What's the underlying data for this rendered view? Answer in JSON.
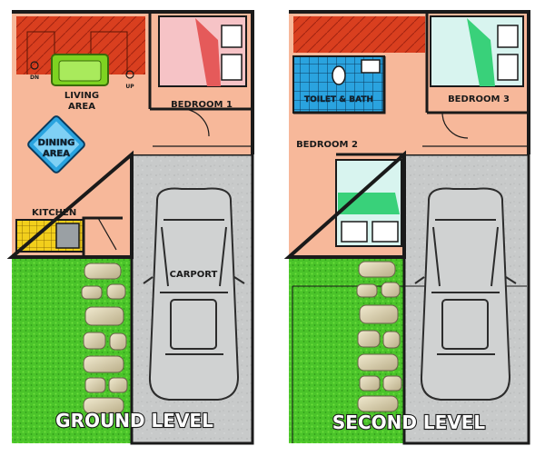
{
  "ground": {
    "living_area": [
      "LIVING",
      "AREA"
    ],
    "dining_area": [
      "DINING",
      "AREA"
    ],
    "kitchen": "KITCHEN",
    "bedroom": "BEDROOM 1",
    "carport": "CARPORT",
    "stair_dn": "DN",
    "stair_up": "UP",
    "level_title": "GROUND LEVEL"
  },
  "second": {
    "toilet_bath": "TOILET & BATH",
    "bedroom_2": "BEDROOM 2",
    "bedroom_3": "BEDROOM 3",
    "level_title": "SECOND LEVEL"
  },
  "colors": {
    "floor": "#f7b89a",
    "wall": "#1a1a1a",
    "stairs": "#d13a1c",
    "grass": "#4ccb2a",
    "concrete": "#c9cbcb",
    "tile_blue": "#1e9ad6",
    "tile_yellow": "#f2cf1c",
    "sofa": "#7ed321",
    "bed_pink": "#f6c3c6",
    "bed_mint": "#39d17a"
  }
}
